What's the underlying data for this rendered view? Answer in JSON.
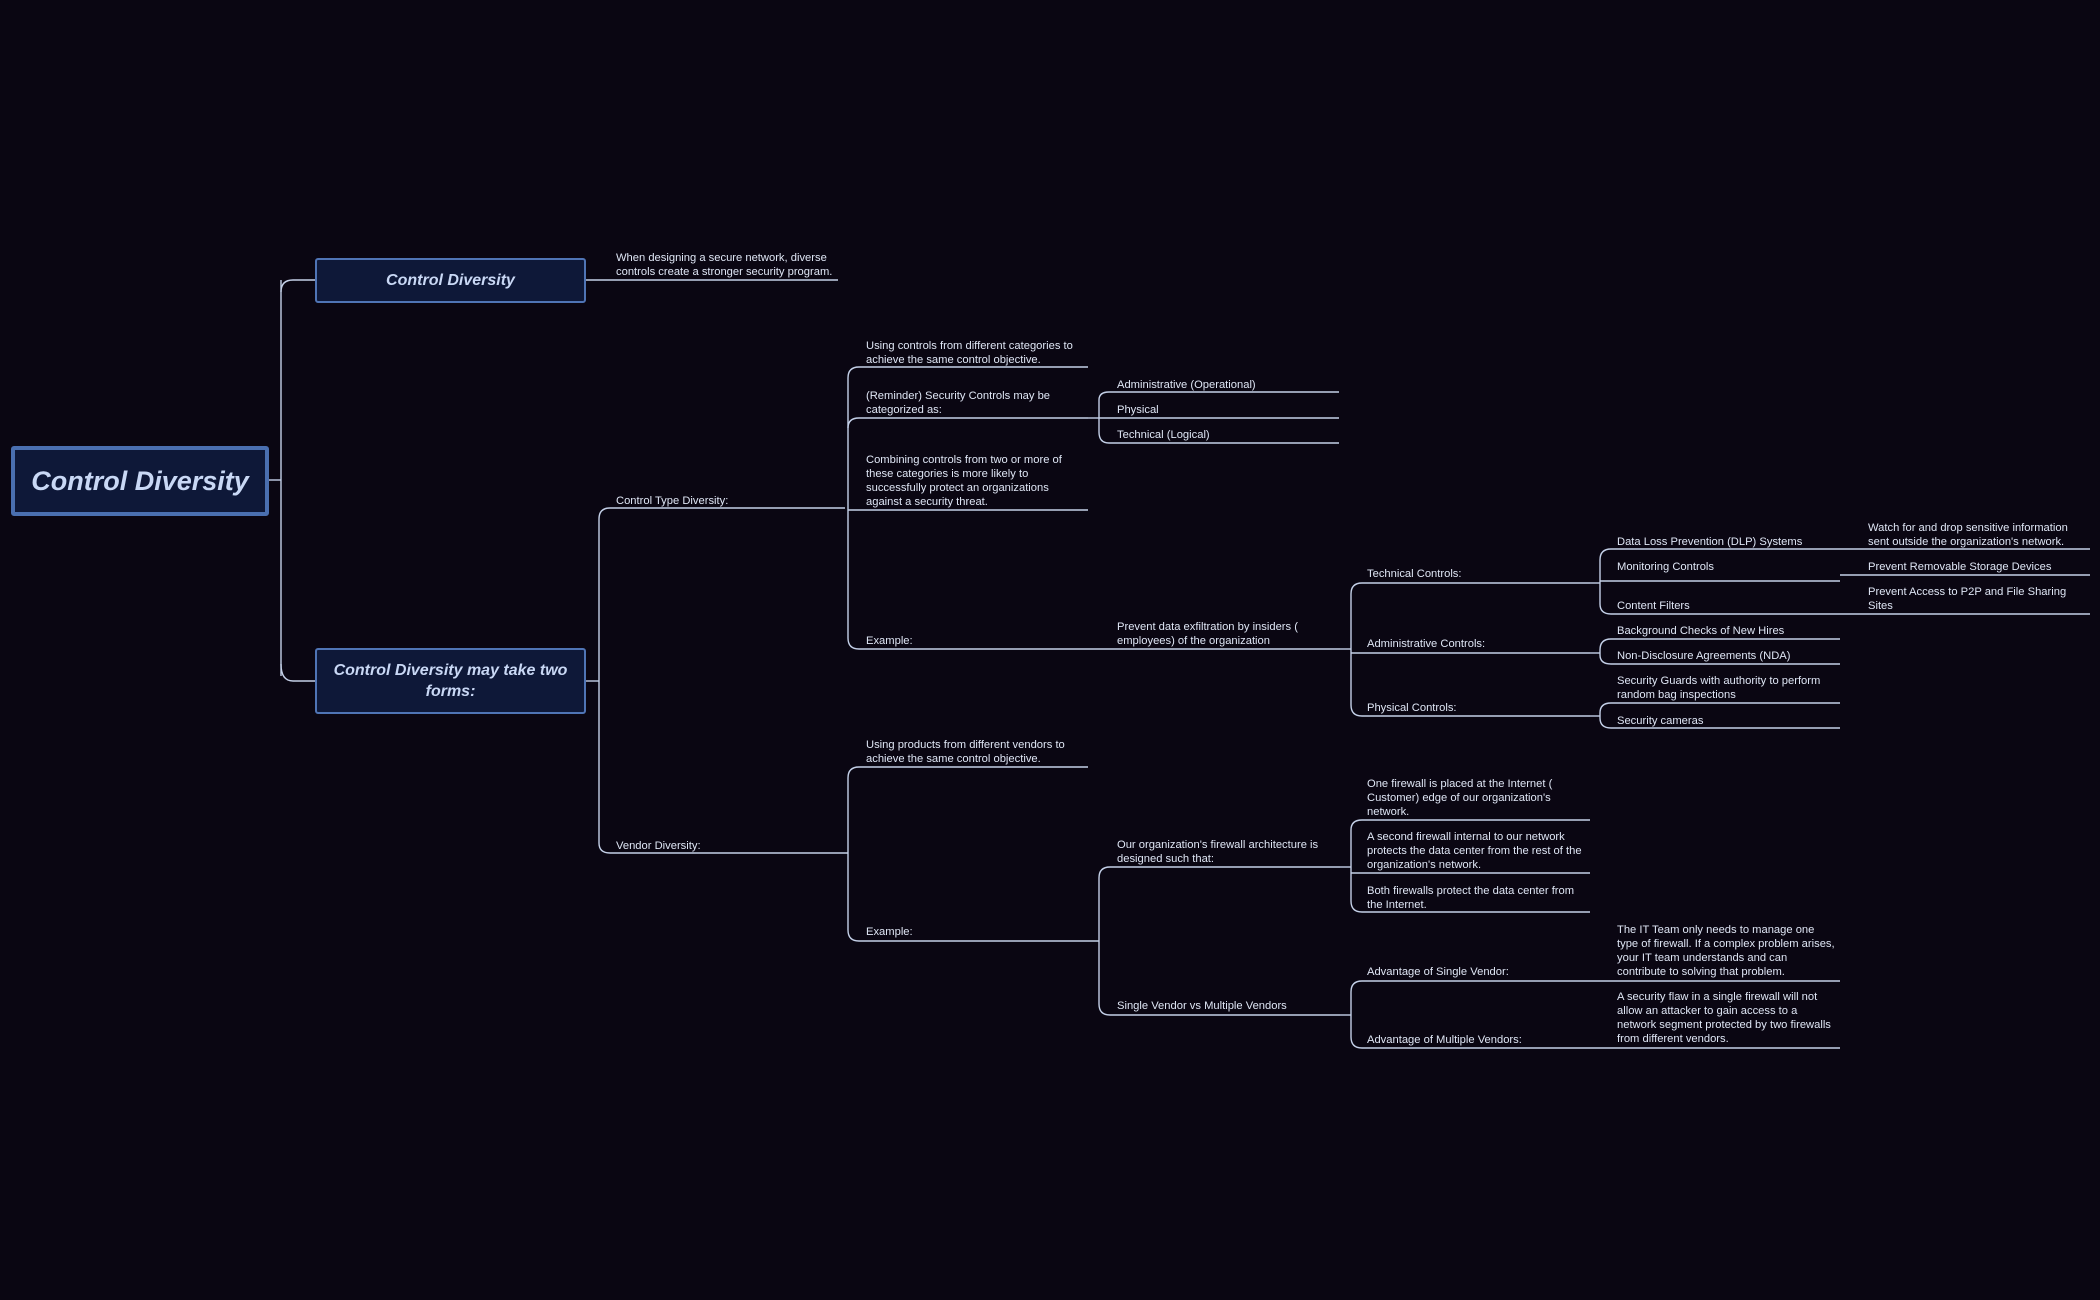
{
  "root": "Control Diversity",
  "b1": {
    "label": "Control Diversity",
    "desc": [
      "When designing a secure network, diverse",
      "controls create a stronger security program."
    ]
  },
  "b2": {
    "label": [
      "Control Diversity may take two",
      "forms:"
    ],
    "type": {
      "label": "Control Type Diversity:",
      "def": [
        "Using controls from different categories to",
        "achieve the same control objective."
      ],
      "reminder": [
        "(Reminder) Security Controls may be",
        "categorized as:"
      ],
      "categories": [
        "Administrative (Operational)",
        "Physical",
        "Technical (Logical)"
      ],
      "combine": [
        "Combining controls from two or more of",
        "these categories is more likely to",
        "successfully protect an organizations",
        "against a security threat."
      ],
      "example": "Example:",
      "prevent": [
        "Prevent data exfiltration by insiders (",
        "employees) of the organization"
      ],
      "technical": "Technical Controls:",
      "dlp": "Data Loss Prevention (DLP) Systems",
      "dlp_desc": [
        "Watch for and drop sensitive information",
        "sent outside the organization's network."
      ],
      "monitoring": "Monitoring Controls",
      "monitoring_desc": "Prevent Removable Storage Devices",
      "content": "Content Filters",
      "content_desc": [
        "Prevent Access to P2P and File Sharing",
        "Sites"
      ],
      "admin": "Administrative Controls:",
      "bg": "Background Checks of New Hires",
      "nda": "Non-Disclosure Agreements (NDA)",
      "physical": "Physical Controls:",
      "guards": [
        "Security Guards with authority to perform",
        "random bag inspections"
      ],
      "cameras": "Security cameras"
    },
    "vendor": {
      "label": "Vendor Diversity:",
      "def": [
        "Using products from different vendors to",
        "achieve the same control objective."
      ],
      "example": "Example:",
      "arch": [
        "Our organization's firewall architecture is",
        "designed such that:"
      ],
      "fw1": [
        "One firewall is placed at the Internet (",
        "Customer) edge of our organization's",
        "network."
      ],
      "fw2": [
        "A second firewall internal to our network",
        "protects the data center from the rest of the",
        "organization's network."
      ],
      "fw3": [
        "Both firewalls protect the data center from",
        "the Internet."
      ],
      "single_multi": "Single Vendor vs Multiple Vendors",
      "adv_single": "Advantage of Single Vendor:",
      "adv_single_desc": [
        "The IT Team only needs to manage one",
        "type of firewall. If a complex problem arises,",
        "your IT team understands and can",
        "contribute to solving that problem."
      ],
      "adv_multi": "Advantage of Multiple Vendors:",
      "adv_multi_desc": [
        "A security flaw in a single firewall will not",
        "allow an attacker to gain access to a",
        "network segment protected by two firewalls",
        "from different vendors."
      ]
    }
  }
}
